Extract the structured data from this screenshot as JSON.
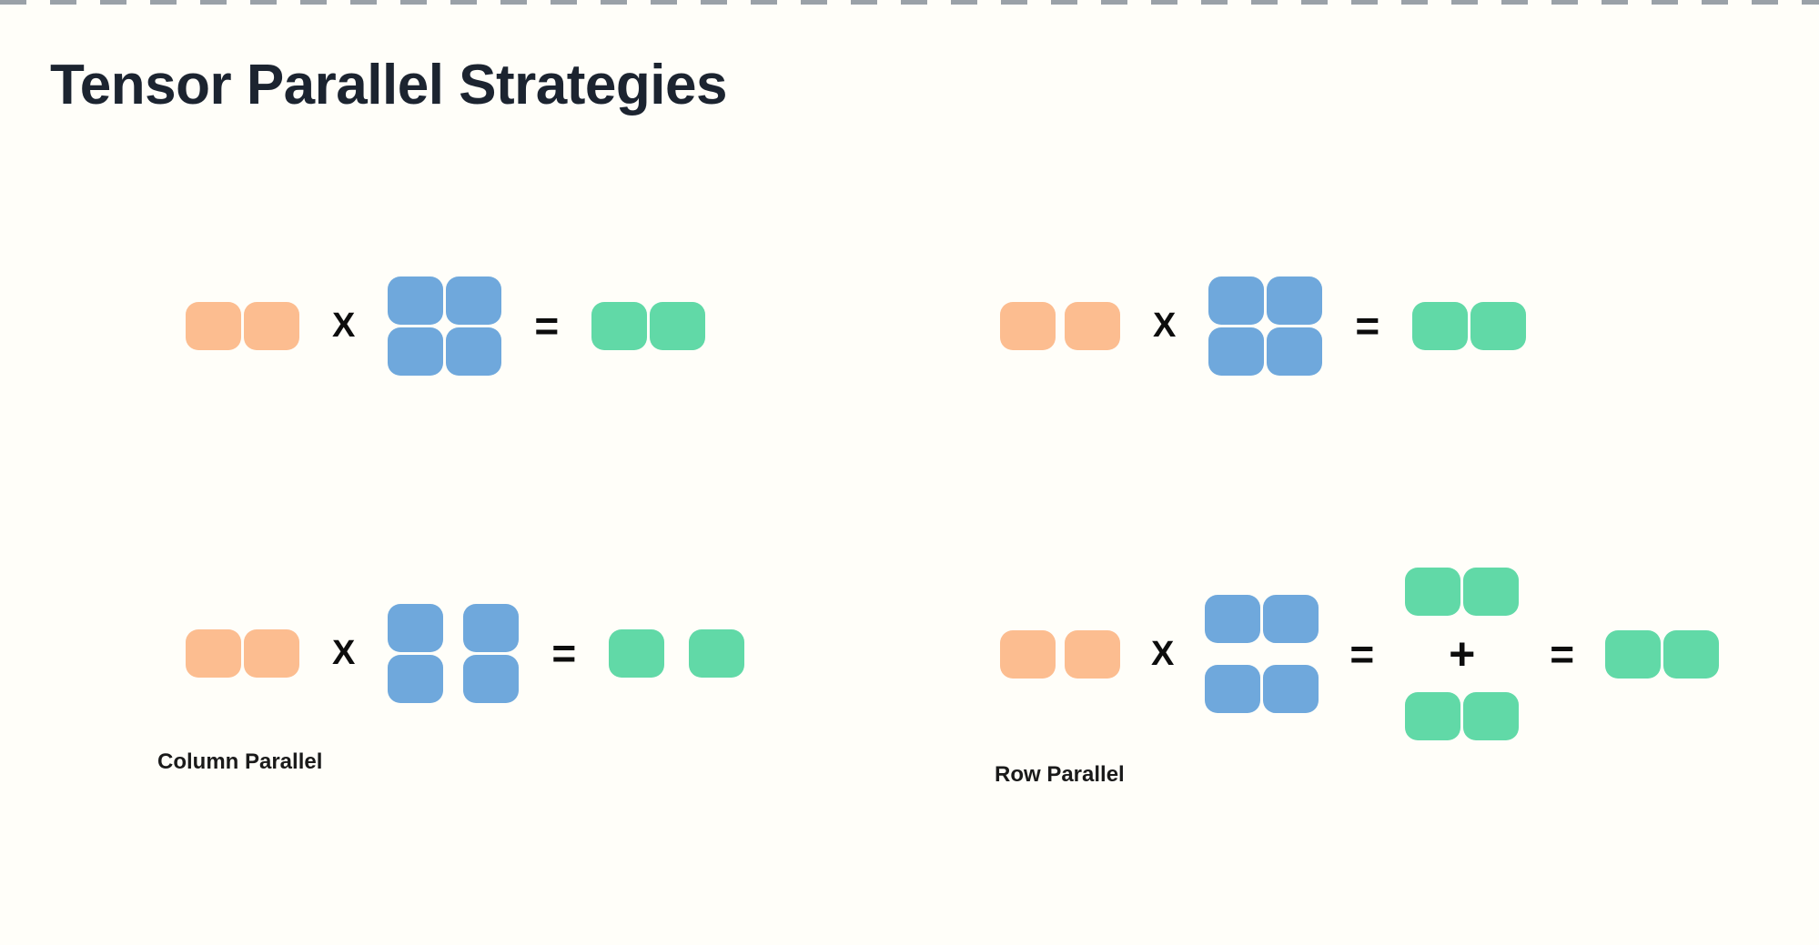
{
  "page": {
    "background": "#FFFEF9",
    "top_dash_color": "#9AA1A8"
  },
  "title": {
    "text": "Tensor Parallel Strategies",
    "color": "#1C2430"
  },
  "palette": {
    "orange": "#FCBD90",
    "blue": "#6FA8DC",
    "green": "#61D9A7",
    "operator": "#0D0D0D"
  },
  "diagrams": [
    {
      "id": "diagram-top-left",
      "label": "",
      "items": [
        {
          "type": "matrix",
          "name": "input-vector-orange",
          "color": "orange",
          "rows": 1,
          "cols": 2,
          "col_gap": 3,
          "row_gap": 3
        },
        {
          "type": "op",
          "text": "X"
        },
        {
          "type": "matrix",
          "name": "weight-matrix-blue",
          "color": "blue",
          "rows": 2,
          "cols": 2,
          "col_gap": 3,
          "row_gap": 3
        },
        {
          "type": "op",
          "text": "="
        },
        {
          "type": "matrix",
          "name": "output-vector-green",
          "color": "green",
          "rows": 1,
          "cols": 2,
          "col_gap": 3,
          "row_gap": 3
        }
      ]
    },
    {
      "id": "diagram-top-right",
      "label": "",
      "items": [
        {
          "type": "matrix",
          "name": "input-vector-orange",
          "color": "orange",
          "rows": 1,
          "cols": 2,
          "col_gap": 10,
          "row_gap": 3
        },
        {
          "type": "op",
          "text": "X"
        },
        {
          "type": "matrix",
          "name": "weight-matrix-blue",
          "color": "blue",
          "rows": 2,
          "cols": 2,
          "col_gap": 3,
          "row_gap": 3
        },
        {
          "type": "op",
          "text": "="
        },
        {
          "type": "matrix",
          "name": "output-vector-green",
          "color": "green",
          "rows": 1,
          "cols": 2,
          "col_gap": 3,
          "row_gap": 3
        }
      ]
    },
    {
      "id": "diagram-column-parallel",
      "label": "Column Parallel",
      "items": [
        {
          "type": "matrix",
          "name": "input-vector-orange",
          "color": "orange",
          "rows": 1,
          "cols": 2,
          "col_gap": 3,
          "row_gap": 3
        },
        {
          "type": "op",
          "text": "X"
        },
        {
          "type": "matrix",
          "name": "weight-matrix-blue-column-split",
          "color": "blue",
          "rows": 2,
          "cols": 2,
          "col_gap": 22,
          "row_gap": 3
        },
        {
          "type": "op",
          "text": "="
        },
        {
          "type": "matrix",
          "name": "output-vector-green-split",
          "color": "green",
          "rows": 1,
          "cols": 2,
          "col_gap": 27,
          "row_gap": 3
        }
      ]
    },
    {
      "id": "diagram-row-parallel",
      "label": "Row Parallel",
      "items": [
        {
          "type": "matrix",
          "name": "input-vector-orange",
          "color": "orange",
          "rows": 1,
          "cols": 2,
          "col_gap": 10,
          "row_gap": 3
        },
        {
          "type": "op",
          "text": "X"
        },
        {
          "type": "matrix",
          "name": "weight-matrix-blue-row-split",
          "color": "blue",
          "rows": 2,
          "cols": 2,
          "col_gap": 3,
          "row_gap": 24
        },
        {
          "type": "op",
          "text": "="
        },
        {
          "type": "vstack",
          "items": [
            {
              "type": "matrix",
              "name": "partial-output-green-top",
              "color": "green",
              "rows": 1,
              "cols": 2,
              "col_gap": 3,
              "row_gap": 3
            },
            {
              "type": "op",
              "text": "+"
            },
            {
              "type": "matrix",
              "name": "partial-output-green-bottom",
              "color": "green",
              "rows": 1,
              "cols": 2,
              "col_gap": 3,
              "row_gap": 3
            }
          ]
        },
        {
          "type": "op",
          "text": "="
        },
        {
          "type": "matrix",
          "name": "output-vector-green",
          "color": "green",
          "rows": 1,
          "cols": 2,
          "col_gap": 3,
          "row_gap": 3
        }
      ]
    }
  ]
}
